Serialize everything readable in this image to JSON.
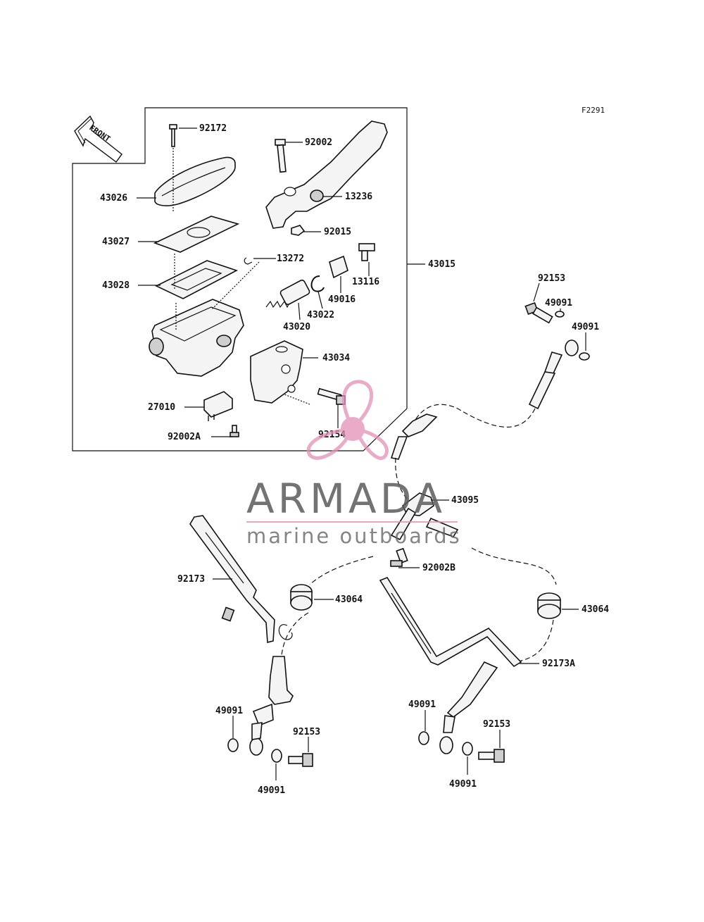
{
  "figure_code": "F2291",
  "front_arrow_label": "FRONT",
  "parts": {
    "p92172": "92172",
    "p92002": "92002",
    "p43026": "43026",
    "p13236": "13236",
    "p92015": "92015",
    "p43027": "43027",
    "p13272": "13272",
    "p13116": "13116",
    "p43015": "43015",
    "p43028": "43028",
    "p49016": "49016",
    "p43022": "43022",
    "p43020": "43020",
    "p92153_top": "92153",
    "p49091_top1": "49091",
    "p49091_top2": "49091",
    "p43034": "43034",
    "p27010": "27010",
    "p92154": "92154",
    "p92002A": "92002A",
    "p43095": "43095",
    "p92002B": "92002B",
    "p92173": "92173",
    "p43064_left": "43064",
    "p43064_right": "43064",
    "p92173A": "92173A",
    "p49091_bl_up": "49091",
    "p92153_bl": "92153",
    "p49091_bl_low": "49091",
    "p49091_br_up": "49091",
    "p92153_br": "92153",
    "p49091_br_low": "49091"
  },
  "watermark": {
    "title": "ARMADA",
    "subtitle": "marine outboards",
    "logo_color": "#e48fb6"
  }
}
